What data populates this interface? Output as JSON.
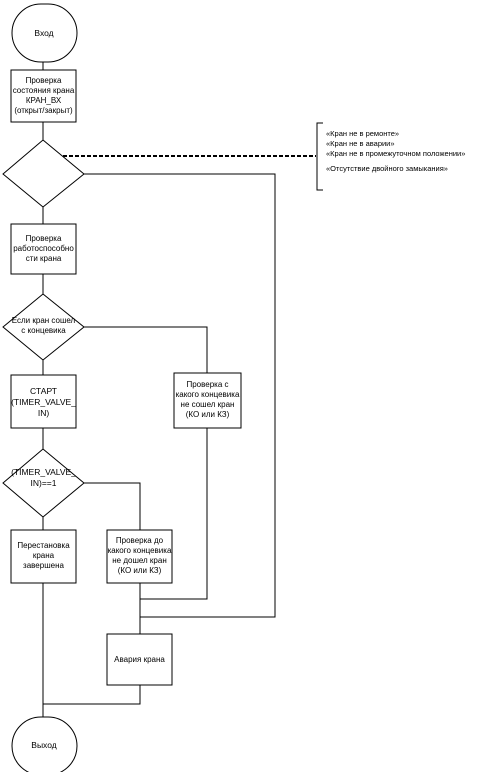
{
  "flowchart": {
    "start": {
      "label": "Вход"
    },
    "check_state": {
      "lines": [
        "Проверка",
        "состояния крана",
        "КРАН_ВХ",
        "(открыт/закрыт)"
      ]
    },
    "decision_1": {
      "label": ""
    },
    "annotation": {
      "lines": [
        "«Кран не в ремонте»",
        "«Кран не в аварии»",
        "«Кран не в промежуточном положении»",
        "«Отсутствие двойного замыкания»"
      ]
    },
    "check_work": {
      "lines": [
        "Проверка",
        "работоспособно",
        "сти крана"
      ]
    },
    "decision_2": {
      "lines": [
        "Если кран сошел",
        "с концевика"
      ]
    },
    "start_timer": {
      "lines": [
        "СТАРТ",
        "(TIMER_VALVE_",
        "IN)"
      ]
    },
    "check_which_left": {
      "lines": [
        "Проверка с",
        "какого концевика",
        "не сошел кран",
        "(КО или КЗ)"
      ]
    },
    "decision_3": {
      "lines": [
        "(TIMER_VALVE_",
        "IN)==1"
      ]
    },
    "done": {
      "lines": [
        "Перестановка",
        "крана",
        "завершена"
      ]
    },
    "check_which_reached": {
      "lines": [
        "Проверка до",
        "какого концевика",
        "не дошел кран",
        "(КО или КЗ)"
      ]
    },
    "alarm": {
      "label": "Авария крана"
    },
    "end": {
      "label": "Выход"
    }
  }
}
